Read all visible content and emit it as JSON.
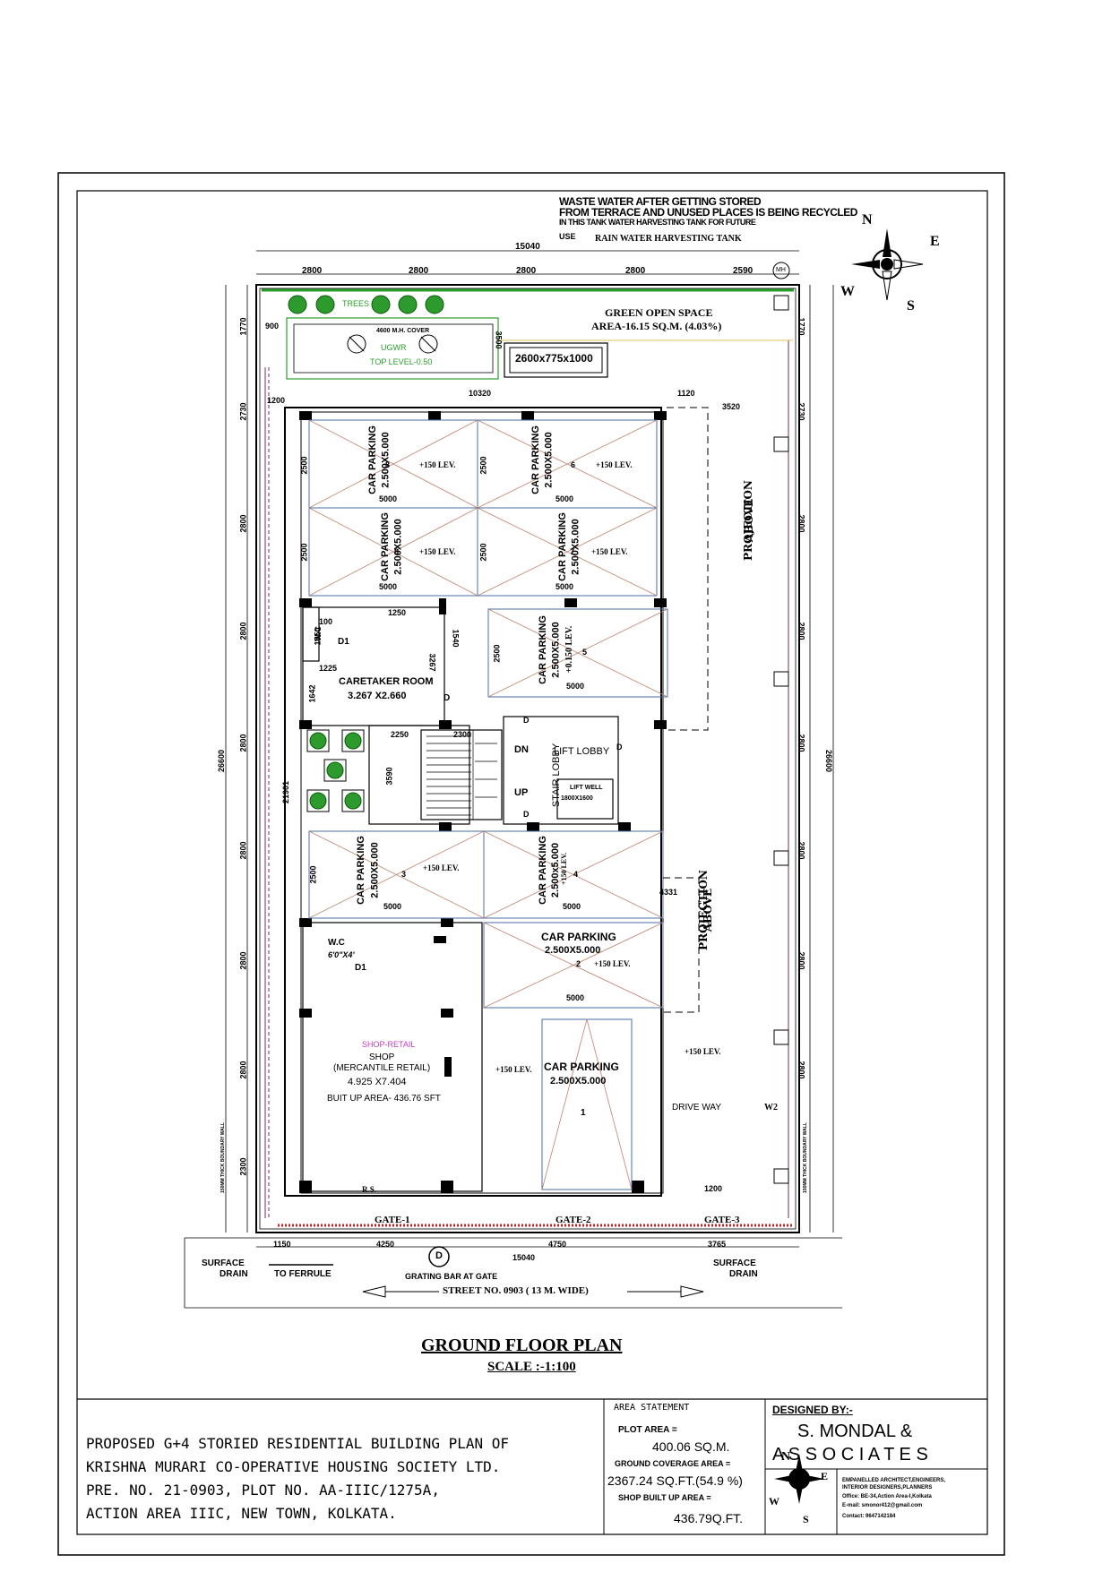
{
  "plan": {
    "waste_water_note": [
      "WASTE WATER AFTER GETTING STORED",
      "FROM TERRACE AND UNUSED PLACES IS BEING RECYCLED",
      "IN THIS TANK WATER HARVESTING TANK FOR FUTURE",
      "USE"
    ],
    "rain_tank_label": "RAIN WATER HARVESTING TANK",
    "tank_size": "2600x775x1000",
    "green_space": [
      "GREEN OPEN SPACE",
      "AREA-16.15 SQ.M. (4.03%)"
    ],
    "trees_label": "TREES",
    "mh_cover": "4600 M.H. COVER",
    "ugwr": "UGWR",
    "top_level": "TOP LEVEL-0.50",
    "mh": "MH",
    "dims": {
      "overall_width": "15040",
      "top_segments": [
        "2800",
        "2800",
        "2800",
        "2800",
        "2590"
      ],
      "left_vertical": [
        "1770",
        "2730",
        "2800",
        "2800",
        "2800",
        "2800",
        "2800",
        "2800",
        "2300"
      ],
      "right_vertical": [
        "1770",
        "2730",
        "2800",
        "2800",
        "2800",
        "2800",
        "2800",
        "2800"
      ],
      "overall_height": "26600",
      "inner_height": "21901",
      "bottom_segments": [
        "1150",
        "4250",
        "4750",
        "3765"
      ],
      "misc": [
        "900",
        "3500",
        "10320",
        "1120",
        "3520",
        "1200",
        "100",
        "1550",
        "1225",
        "1642",
        "3267",
        "2660",
        "1250",
        "2250",
        "2300",
        "1540",
        "3590",
        "4331",
        "1200"
      ]
    },
    "parking_label": "CAR PARKING",
    "parking_size": "2.500X5.000",
    "parking_size_alt": "2.500x5.000",
    "lev": "+150 LEV.",
    "lev_alt": "+0.150 LEV.",
    "dim_5000": "5000",
    "dim_2500": "2500",
    "parking_numbers": [
      "1",
      "2",
      "3",
      "4",
      "5",
      "6",
      "7",
      "8"
    ],
    "projection": [
      "PROJECTION",
      "ABOVE"
    ],
    "wc": "W.C",
    "wc_size": "6'0\"X4'",
    "door": "D",
    "door_d1": "D1",
    "caretaker": [
      "CARETAKER ROOM",
      "3.267 X2.660"
    ],
    "dn": "DN",
    "up": "UP",
    "lift_lobby": "LIFT LOBBY",
    "stair_lobby": "STAIR LOBBY",
    "lift_well": [
      "LIFT WELL",
      "1800X1600"
    ],
    "shop_retail": "SHOP-RETAIL",
    "shop": [
      "SHOP",
      "(MERCANTILE RETAIL)",
      "4.925 X7.404",
      "BUIT UP AREA- 436.76 SFT"
    ],
    "rs": "R.S.",
    "drive_way": "DRIVE WAY",
    "w2": "W2",
    "gates": [
      "GATE-1",
      "GATE-2",
      "GATE-3"
    ],
    "surface_drain": [
      "SURFACE",
      "DRAIN"
    ],
    "to_ferrule": "TO FERRULE",
    "grating": "GRATING BAR AT GATE",
    "street": "STREET NO. 0903 ( 13 M. WIDE)",
    "boundary_note": "150MM THICK BOUNDARY WALL",
    "compass": [
      "N",
      "E",
      "W",
      "S"
    ]
  },
  "title": {
    "main": "GROUND FLOOR PLAN",
    "scale": "SCALE :-1:100"
  },
  "title_block": {
    "description": [
      "PROPOSED G+4 STORIED RESIDENTIAL BUILDING PLAN OF",
      "KRISHNA MURARI CO-OPERATIVE HOUSING SOCIETY LTD.",
      "PRE. NO. 21-0903, PLOT NO. AA-IIIC/1275A,",
      "ACTION AREA IIIC, NEW TOWN, KOLKATA."
    ],
    "area_statement": {
      "heading": "AREA STATEMENT",
      "plot_label": "PLOT AREA =",
      "plot_value": "400.06 SQ.M.",
      "coverage_label": "GROUND COVERAGE AREA =",
      "coverage_value": "2367.24 SQ.FT.(54.9 %)",
      "shop_label": "SHOP BUILT UP AREA =",
      "shop_value": "436.79Q.FT."
    },
    "designer": {
      "heading": "DESIGNED BY:-",
      "firm_line1": "S. MONDAL &",
      "firm_line2": "A S S O C I A T E S",
      "details": [
        "EMPANELLED ARCHITECT,ENGINEERS,",
        "INTERIOR DESIGNERS,PLANNERS",
        "Office: BE-34,Action Area-I,Kolkata",
        "E-mail: smonor412@gmail.com",
        "Contact: 9647142184"
      ]
    }
  }
}
